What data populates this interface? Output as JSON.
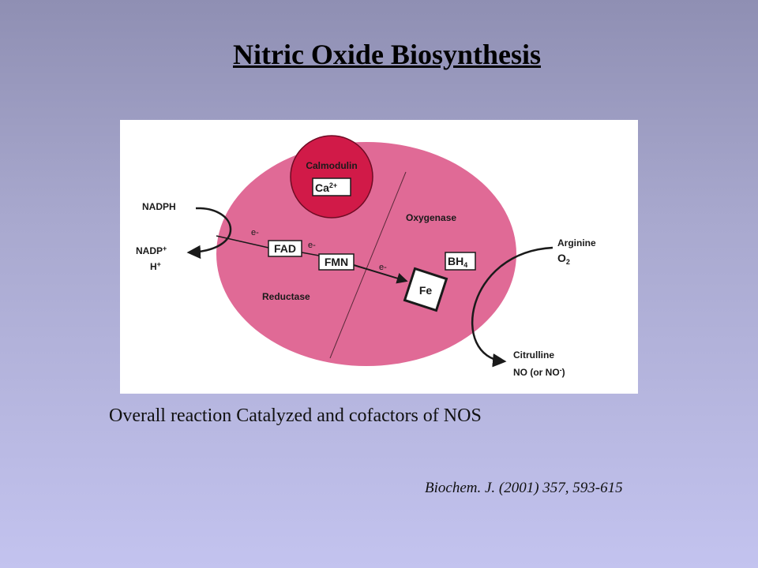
{
  "slide": {
    "title": "Nitric Oxide Biosynthesis",
    "caption": "Overall reaction Catalyzed and cofactors of NOS",
    "citation": "Biochem. J. (2001) 357, 593-615"
  },
  "diagram": {
    "calmodulin": "Calmodulin",
    "ca_base": "Ca",
    "ca_charge": "2+",
    "nadph": "NADPH",
    "nadp_base": "NADP",
    "nadp_charge": "+",
    "h_base": "H",
    "h_charge": "+",
    "electron": "e-",
    "fad": "FAD",
    "fmn": "FMN",
    "bh_base": "BH",
    "bh_sub": "4",
    "fe": "Fe",
    "oxygenase": "Oxygenase",
    "reductase": "Reductase",
    "arginine": "Arginine",
    "o_base": "O",
    "o_sub": "2",
    "citrulline": "Citrulline",
    "no_prefix": "NO (or NO",
    "no_charge": "-",
    "no_suffix": ")"
  },
  "colors": {
    "enzyme": "#e06a96",
    "calmodulin": "#d11a48",
    "ink": "#1a1a1a"
  }
}
